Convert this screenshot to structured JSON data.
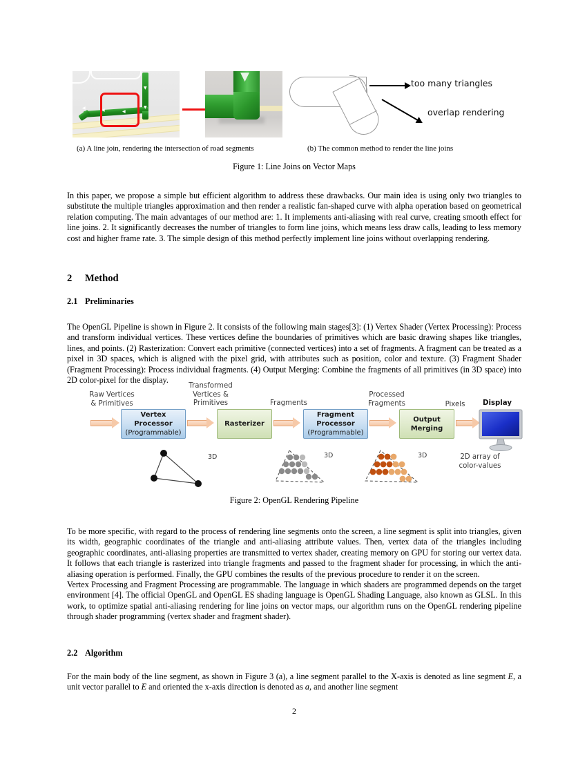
{
  "document": {
    "page_number": "2"
  },
  "figure1": {
    "subcaption_a": "(a) A line join, rendering the intersection of road segments",
    "subcaption_b": "(b) The common method to render the line joins",
    "caption": "Figure 1: Line Joins on Vector Maps",
    "annotations": {
      "too_many_triangles": "too many triangles",
      "overlap_rendering": "overlap rendering"
    },
    "colors": {
      "red_highlight": "#ee1111",
      "road_green": "#2e9a2e",
      "road_yellow": "#f7f0c8",
      "fan_red": "#b01040"
    }
  },
  "paragraphs": {
    "intro": "In this paper, we propose a simple but efficient algorithm to address these drawbacks. Our main idea is using only two triangles to substitute the multiple triangles approximation and then render a realistic fan-shaped curve with alpha operation based on geometrical relation computing. The main advantages of our method are: 1. It implements anti-aliasing with real curve, creating smooth effect for line joins. 2. It significantly decreases the number of triangles to form line joins, which means less draw calls, leading to less memory cost and higher frame rate. 3. The simple design of this method perfectly implement line joins without overlapping rendering.",
    "preliminaries": "The OpenGL Pipeline is shown in Figure 2. It consists of the following main stages[3]: (1) Vertex Shader (Vertex Processing): Process and transform individual vertices. These vertices define the boundaries of primitives which are basic drawing shapes like triangles, lines, and points. (2) Rasterization: Convert each primitive (connected vertices) into a set of fragments. A fragment can be treated as a pixel in 3D spaces, which is aligned with the pixel grid, with attributes such as position, color and texture. (3) Fragment Shader (Fragment Processing): Process individual fragments. (4) Output Merging: Combine the fragments of all primitives (in 3D space) into 2D color-pixel for the display.",
    "specific": "To be more specific, with regard to the process of rendering line segments onto the screen, a line segment is split into triangles, given its width, geographic coordinates of the triangle and anti-aliasing attribute values. Then, vertex data of the triangles including geographic coordinates, anti-aliasing properties are transmitted to vertex shader, creating memory on GPU for storing our vertex data. It follows that each triangle is rasterized into triangle fragments and passed to the fragment shader for processing, in which the anti-aliasing operation is performed. Finally, the GPU combines the results of the previous procedure to render it on the screen.",
    "shaders": "Vertex Processing and Fragment Processing are programmable. The language in which shaders are programmed depends on the target environment [4]. The official OpenGL and OpenGL ES shading language is OpenGL Shading Language, also known as GLSL. In this work, to optimize spatial anti-aliasing rendering for line joins on vector maps, our algorithm runs on the OpenGL rendering pipeline through shader programming (vertex shader and fragment shader)."
  },
  "algorithm_paragraph": {
    "part1": "For the main body of the line segment, as shown in Figure 3 (a), a line segment parallel to the X-axis is denoted as line segment ",
    "e1": "E",
    "part2": ", a unit vector parallel to ",
    "e2": "E",
    "part3": " and oriented the x-axis direction is denoted as ",
    "a1": "a",
    "part4": ", and another line segment"
  },
  "headings": {
    "section2_num": "2",
    "section2_title": "Method",
    "section21_num": "2.1",
    "section21_title": "Preliminaries",
    "section22_num": "2.2",
    "section22_title": "Algorithm"
  },
  "figure2": {
    "caption": "Figure 2: OpenGL Rendering Pipeline",
    "labels": {
      "raw_vertices_l1": "Raw Vertices",
      "raw_vertices_l2": "& Primitives",
      "transformed_l1": "Transformed",
      "transformed_l2": "Vertices &",
      "transformed_l3": "Primitives",
      "fragments": "Fragments",
      "processed_l1": "Processed",
      "processed_l2": "Fragments",
      "pixels": "Pixels",
      "display": "Display",
      "array_l1": "2D array of",
      "array_l2": "color-values",
      "d3_a": "3D",
      "d3_b": "3D",
      "d3_c": "3D"
    },
    "stages": [
      {
        "line1": "Vertex",
        "line2": "Processor",
        "line3": "(Programmable)",
        "kind": "blue"
      },
      {
        "line1": "Rasterizer",
        "line2": "",
        "line3": "",
        "kind": "green"
      },
      {
        "line1": "Fragment",
        "line2": "Processor",
        "line3": "(Programmable)",
        "kind": "blue"
      },
      {
        "line1": "Output",
        "line2": "Merging",
        "line3": "",
        "kind": "green"
      }
    ],
    "colors": {
      "blue_box": "#aacbe8",
      "green_box": "#cfe0b4",
      "arrow": "#f6c9a8",
      "display_screen": "#1a2fc8"
    }
  }
}
